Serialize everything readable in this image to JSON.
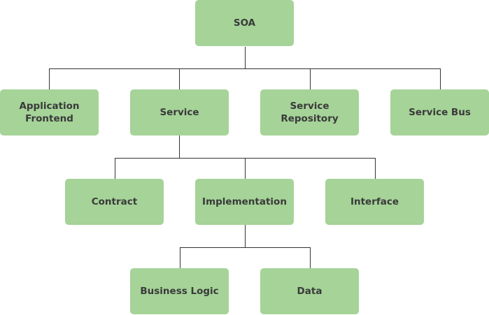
{
  "nodes": {
    "soa": "SOA",
    "app_frontend": "Application Frontend",
    "service": "Service",
    "service_repository": "Service Repository",
    "service_bus": "Service Bus",
    "contract": "Contract",
    "implementation": "Implementation",
    "interface": "Interface",
    "business_logic": "Business Logic",
    "data": "Data"
  }
}
